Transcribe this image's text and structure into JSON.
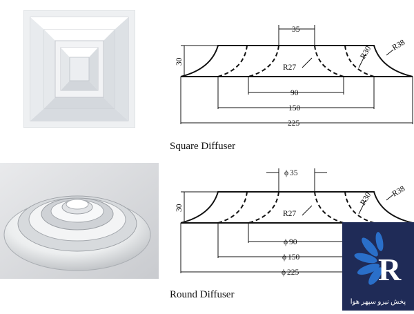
{
  "square_diffuser": {
    "caption": "Square Diffuser",
    "dims": {
      "top_width": "35",
      "height": "30",
      "inner_radius": "R27",
      "mid_radius": "R30",
      "outer_radius": "R38",
      "inner_width": "90",
      "mid_width": "150",
      "overall_width": "225"
    }
  },
  "round_diffuser": {
    "caption": "Round Diffuser",
    "dims": {
      "top_diameter": "35",
      "height": "30",
      "inner_radius": "R27",
      "mid_radius": "R30",
      "outer_radius": "R38",
      "inner_diameter": "90",
      "mid_diameter": "150",
      "overall_diameter": "225"
    },
    "diameter_symbol": "ϕ"
  },
  "logo": {
    "text": "پخش نیرو سپهر هوا",
    "colors": {
      "background": "#1f2b57",
      "petals": "#2a6fc9",
      "letter": "#ffffff"
    }
  }
}
